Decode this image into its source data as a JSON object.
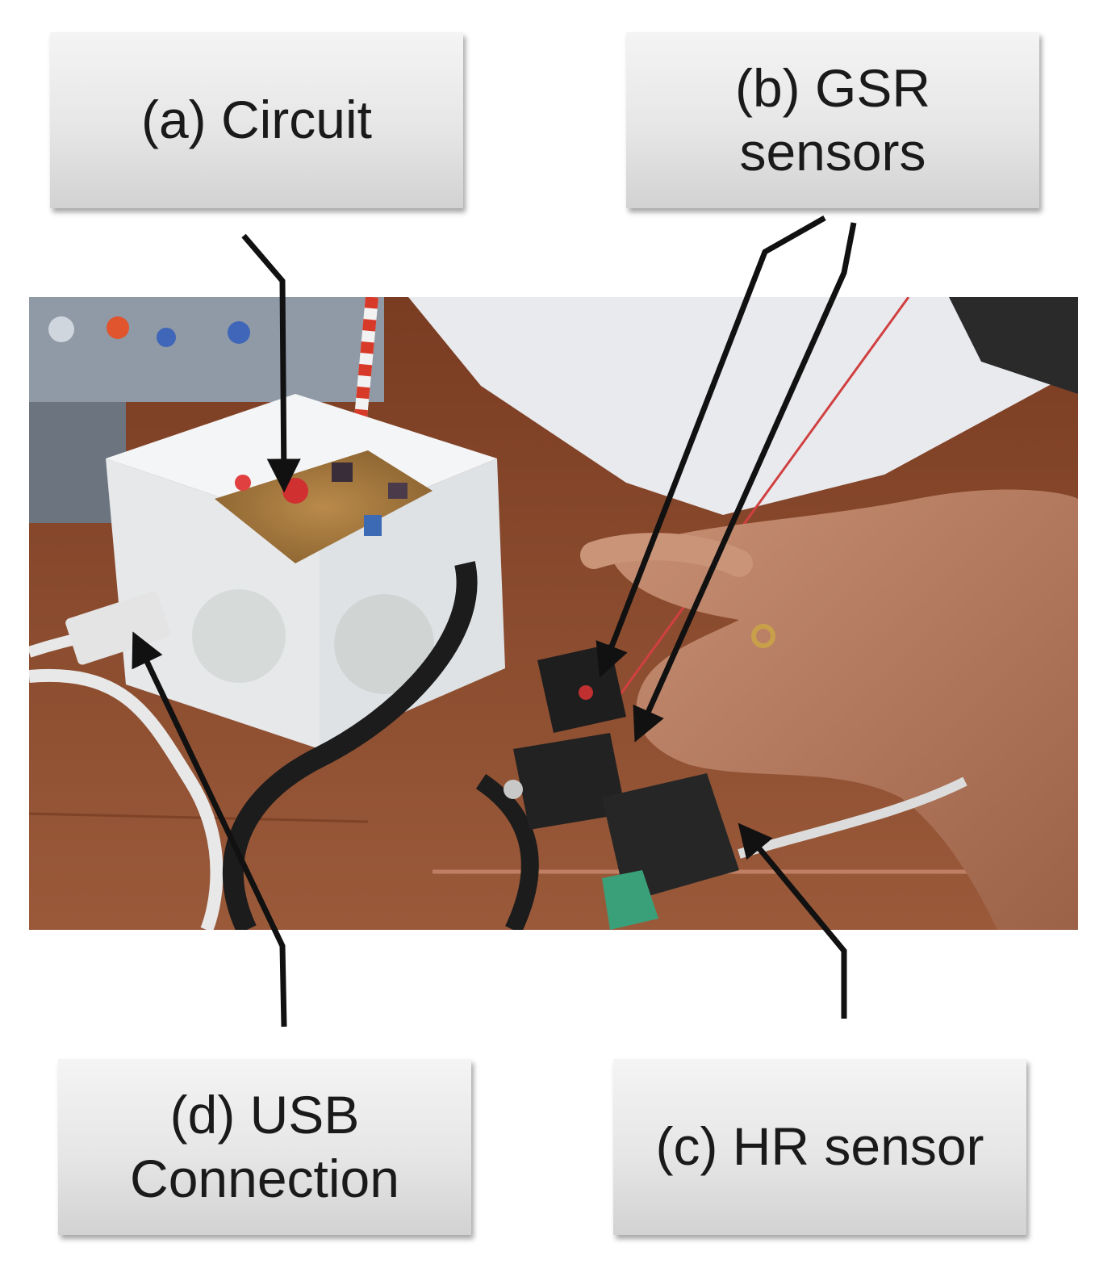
{
  "labels": {
    "circuit": "(a) Circuit",
    "gsr": "(b) GSR\nsensors",
    "hr": "(c) HR sensor",
    "usb": "(d) USB\nConnection"
  },
  "colors": {
    "table": "#8a4a2c",
    "box": "#eeeeee",
    "skin": "#b07a5c",
    "leader_line": "#111111"
  }
}
